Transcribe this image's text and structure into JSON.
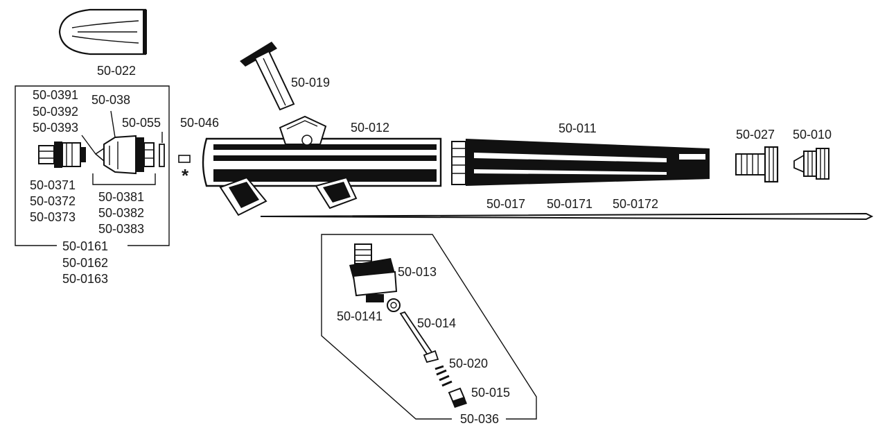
{
  "parts": {
    "cap": "50-022",
    "nozzle_group": "50-0161",
    "nozzle_group_alt1": "50-0162",
    "nozzle_group_alt2": "50-0163",
    "head_a": "50-0391",
    "head_b": "50-0392",
    "head_c": "50-0393",
    "head_cap": "50-038",
    "washer": "50-055",
    "tip_a": "50-0371",
    "tip_b": "50-0372",
    "tip_c": "50-0373",
    "body_part_a": "50-0381",
    "body_part_b": "50-0382",
    "body_part_c": "50-0383",
    "seal": "50-046",
    "seal_mark": "*",
    "trigger": "50-019",
    "body": "50-012",
    "handle": "50-011",
    "needle_a": "50-017",
    "needle_b": "50-0171",
    "needle_c": "50-0172",
    "needle_nut": "50-027",
    "lock_nut": "50-010",
    "valve_assembly": "50-036",
    "valve_body": "50-013",
    "valve_oring": "50-0141",
    "valve_stem": "50-014",
    "valve_spring": "50-020",
    "valve_screw": "50-015"
  }
}
